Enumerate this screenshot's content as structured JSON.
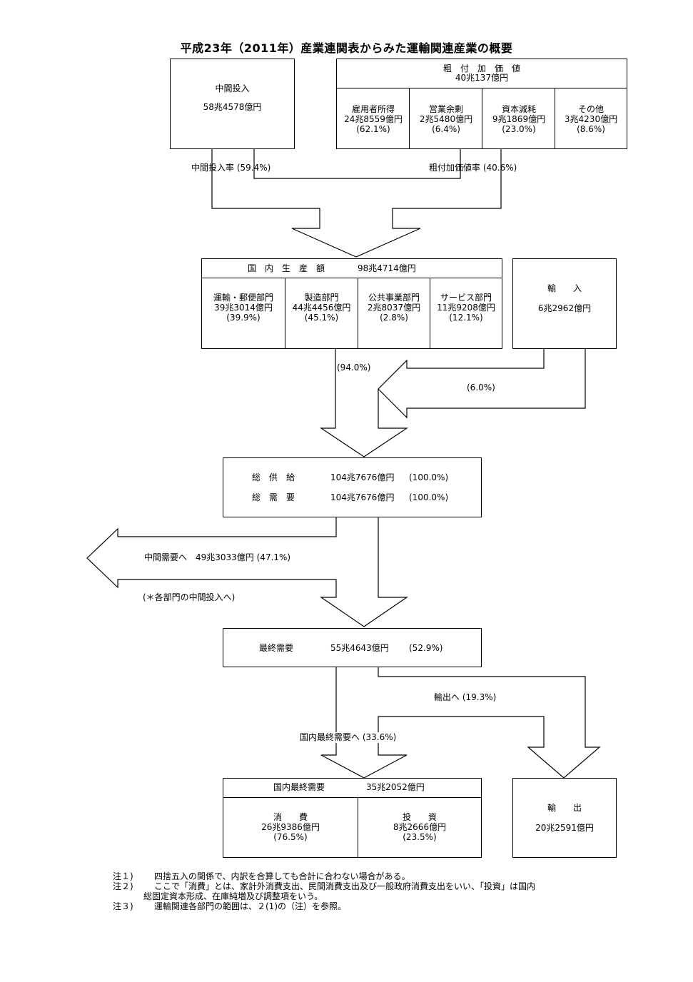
{
  "title": "平成23年（2011年）産業連関表からみた運輸関連産業の概要",
  "intermediate_input": {
    "label": "中間投入",
    "value": "58兆4578億円"
  },
  "gross_value_added": {
    "label": "粗　付　加　価　値",
    "value": "40兆137億円",
    "items": [
      {
        "label": "雇用者所得",
        "value": "24兆8559億円",
        "pct": "(62.1%)"
      },
      {
        "label": "営業余剰",
        "value": "2兆5480億円",
        "pct": "(6.4%)"
      },
      {
        "label": "資本減耗",
        "value": "9兆1869億円",
        "pct": "(23.0%)"
      },
      {
        "label": "その他",
        "value": "3兆4230億円",
        "pct": "(8.6%)"
      }
    ]
  },
  "rates": {
    "intermediate": "中間投入率 (59.4%)",
    "value_added": "粗付加価値率 (40.6%)"
  },
  "domestic_production": {
    "label": "国　内　生　産　額",
    "value": "98兆4714億円",
    "items": [
      {
        "label": "運輸・郵便部門",
        "value": "39兆3014億円",
        "pct": "(39.9%)"
      },
      {
        "label": "製造部門",
        "value": "44兆4456億円",
        "pct": "(45.1%)"
      },
      {
        "label": "公共事業部門",
        "value": "2兆8037億円",
        "pct": "(2.8%)"
      },
      {
        "label": "サービス部門",
        "value": "11兆9208億円",
        "pct": "(12.1%)"
      }
    ]
  },
  "imports": {
    "label": "輸　　入",
    "value": "6兆2962億円"
  },
  "supply_shares": {
    "domestic": "(94.0%)",
    "imports": "(6.0%)"
  },
  "totals": {
    "supply_label": "総　供　給",
    "supply_value": "104兆7676億円",
    "supply_pct": "(100.0%)",
    "demand_label": "総　需　要",
    "demand_value": "104兆7676億円",
    "demand_pct": "(100.0%)"
  },
  "intermediate_demand": {
    "label": "中間需要へ　49兆3033億円 (47.1%)",
    "note": "(＊各部門の中間投入へ)"
  },
  "final_demand": {
    "label": "最終需要",
    "value": "55兆4643億円",
    "pct": "(52.9%)"
  },
  "export_share": "輸出へ (19.3%)",
  "domestic_final_share": "国内最終需要へ (33.6%)",
  "domestic_final_demand": {
    "label": "国内最終需要",
    "value": "35兆2052億円",
    "items": [
      {
        "label": "消　　費",
        "value": "26兆9386億円",
        "pct": "(76.5%)"
      },
      {
        "label": "投　　資",
        "value": "8兆2666億円",
        "pct": "(23.5%)"
      }
    ]
  },
  "exports": {
    "label": "輸　　出",
    "value": "20兆2591億円"
  },
  "notes": [
    {
      "label": "注１)",
      "text": "四捨五入の関係で、内訳を合算しても合計に合わない場合がある。"
    },
    {
      "label": "注２)",
      "text": "ここで「消費」とは、家計外消費支出、民間消費支出及び一般政府消費支出をいい、「投資」は国内",
      "text2": "総固定資本形成、在庫純増及び調整項をいう。"
    },
    {
      "label": "注３)",
      "text": "運輸関連各部門の範囲は、２(1)の（注）を参照。"
    }
  ]
}
